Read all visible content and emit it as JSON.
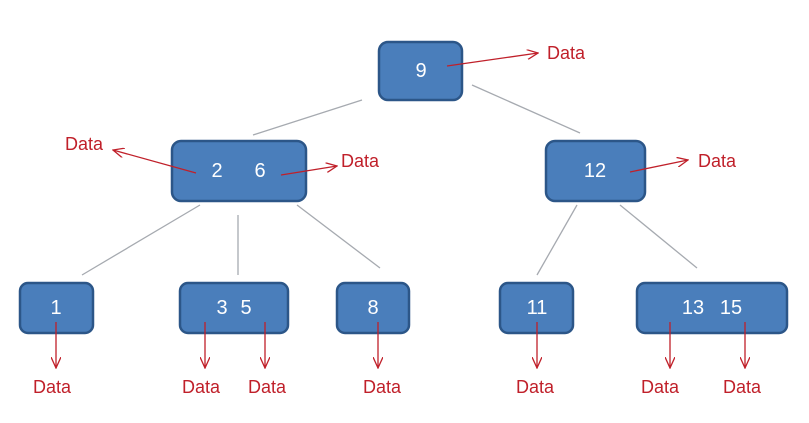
{
  "colors": {
    "node_fill": "#4a7ebb",
    "node_stroke": "#2c5688",
    "arrow": "#c0202a",
    "edge": "#a6aab0"
  },
  "data_label": "Data",
  "nodes": {
    "root": [
      "9"
    ],
    "left": [
      "2",
      "6"
    ],
    "right": [
      "12"
    ],
    "leaf1": [
      "1"
    ],
    "leaf2": [
      "3",
      "5"
    ],
    "leaf3": [
      "8"
    ],
    "leaf4": [
      "11"
    ],
    "leaf5": [
      "13",
      "15"
    ]
  }
}
